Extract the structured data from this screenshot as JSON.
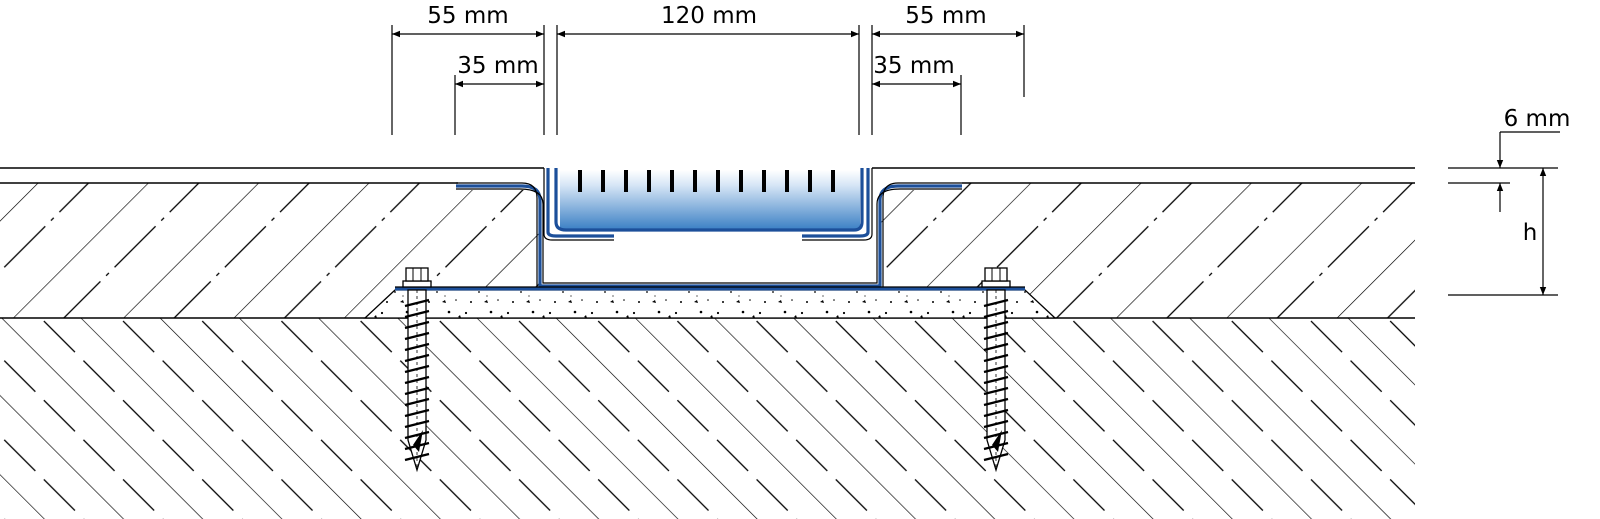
{
  "dimensions": {
    "top_left_outer": "55 mm",
    "top_left_inner": "35 mm",
    "top_center": "120 mm",
    "top_right_outer": "55 mm",
    "top_right_inner": "35 mm",
    "side_thickness": "6 mm",
    "side_height": "h"
  },
  "colors": {
    "profile_blue": "#1c4f9a",
    "grate_top": "#3a7fc4",
    "grate_bottom": "#ffffff",
    "line": "#000000"
  }
}
